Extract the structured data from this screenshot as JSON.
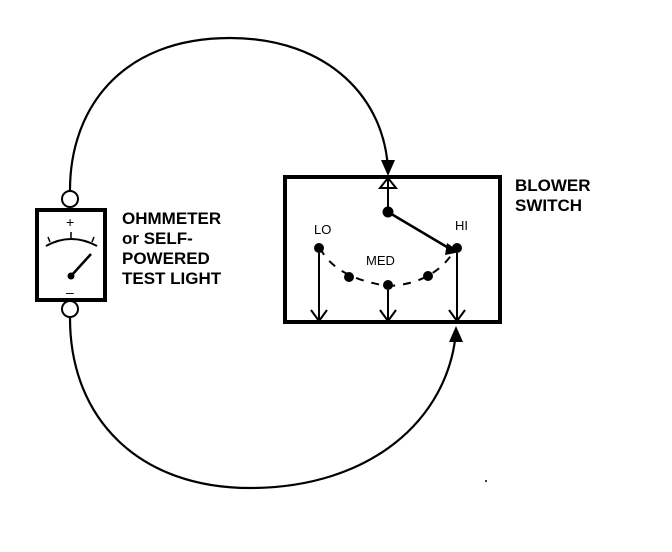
{
  "meter": {
    "plus_sign": "+",
    "minus_sign": "–",
    "label_lines": [
      "OHMMETER",
      "or SELF-",
      "POWERED",
      "TEST LIGHT"
    ]
  },
  "switch": {
    "label_lines": [
      "BLOWER",
      "SWITCH"
    ],
    "positions": {
      "lo": "LO",
      "med": "MED",
      "hi": "HI"
    }
  }
}
